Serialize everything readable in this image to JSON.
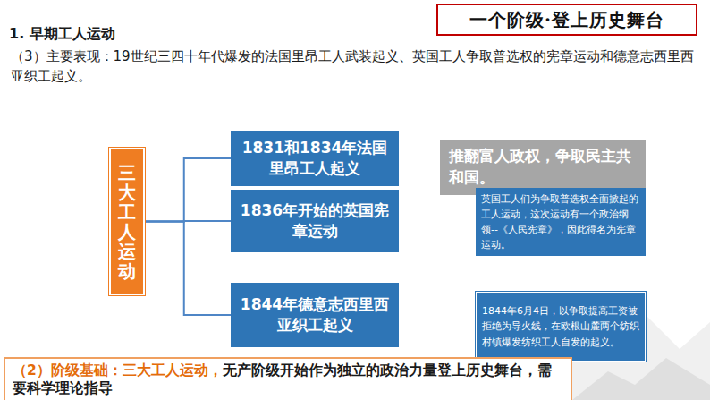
{
  "diagram": {
    "title": "一个阶级·登上历史舞台",
    "nodes": [
      {
        "text": [
          "三大工人运动"
        ]
      },
      {
        "text": [
          "1831和1834年法国里昂工人起义"
        ]
      },
      {
        "text": [
          "1836年开始的英国宪章运动"
        ]
      },
      {
        "text": [
          "1844年德意志西里西亚织工起义"
        ]
      },
      {
        "text": [
          "推翻富人政权，争取民主共和国。"
        ]
      },
      {
        "text": [
          "英国工人们为争取普选权全面掀起的工人运动，这次运动有一个政治纲领--《人民宪章》，因此得名为宪章运动。"
        ]
      },
      {
        "text": [
          "1844年6月4日，以争取提高工资被拒绝为导火线，在欧根山麓两个纺织村镇爆发纺织工人自发的起义。"
        ]
      },
      {
        "text": [
          "（2）阶级基础：三大工人运动，",
          "无产阶级开始作为独立的政治力量登上历史舞台，需要科学理论指导"
        ]
      }
    ],
    "edges": [
      {
        "from": 0,
        "to": 1,
        "arrow": "none"
      },
      {
        "from": 0,
        "to": 2,
        "arrow": "none"
      },
      {
        "from": 0,
        "to": 3,
        "arrow": "none"
      }
    ],
    "labels": [
      "1. 早期工人运动",
      "（3）主要表现：19世纪三四十年代爆发的法国里昂工人武装起义、英国工人争取普选权的宪章运动和德意志西里西亚织工起义。"
    ]
  }
}
